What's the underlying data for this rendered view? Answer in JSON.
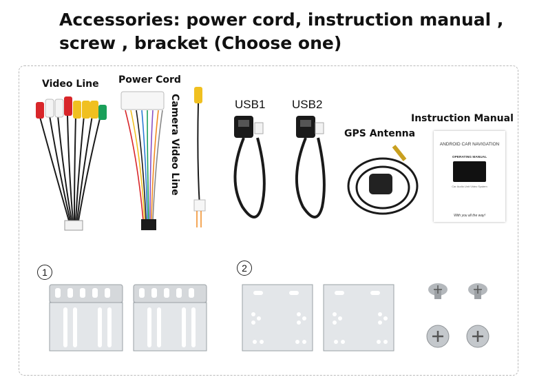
{
  "headline": {
    "line1": "Accessories: power cord, instruction manual ,",
    "line2": "screw , bracket (Choose one)"
  },
  "labels": {
    "video_line": "Video Line",
    "power_cord": "Power Cord",
    "camera_video_line": "Camera Video Line",
    "usb1": "USB1",
    "usb2": "USB2",
    "gps_antenna": "GPS Antenna",
    "instruction_manual": "Instruction Manual"
  },
  "manual": {
    "cover_title": "ANDROID CAR NAVIGATION",
    "subtitle": "OPERATING MANUAL",
    "caption": "Car Audio Unit Video System",
    "footer": "With you all the way!"
  },
  "brackets": {
    "option1": "1",
    "option2": "2"
  },
  "colors": {
    "wire_red": "#d8262a",
    "wire_yellow": "#f0c020",
    "wire_green": "#1aa05a",
    "wire_white": "#f4f4f4",
    "bracket_metal": "#c9cdd1",
    "cable_black": "#1a1a1a"
  }
}
